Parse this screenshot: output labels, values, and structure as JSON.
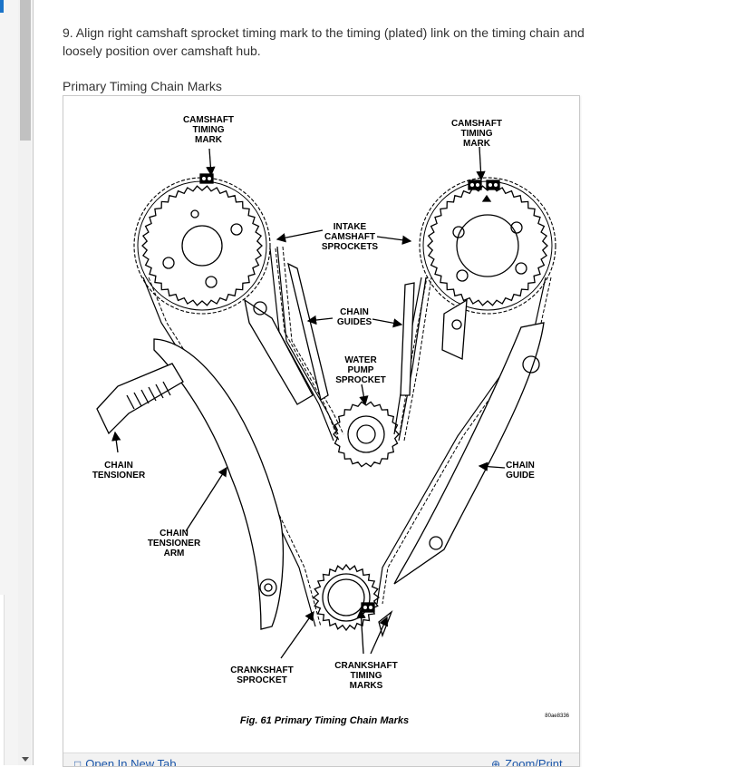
{
  "step": {
    "text": "9. Align right camshaft sprocket timing mark to the timing (plated) link on the timing chain and loosely position over camshaft hub."
  },
  "figure": {
    "title": "Primary Timing Chain Marks",
    "caption": "Fig. 61 Primary Timing Chain Marks",
    "code": "80ae8336",
    "labels": {
      "camshaft_timing_mark_left": [
        "CAMSHAFT",
        "TIMING",
        "MARK"
      ],
      "camshaft_timing_mark_right": [
        "CAMSHAFT",
        "TIMING",
        "MARK"
      ],
      "intake_camshaft_sprockets": [
        "INTAKE",
        "CAMSHAFT",
        "SPROCKETS"
      ],
      "chain_guides": [
        "CHAIN",
        "GUIDES"
      ],
      "water_pump_sprocket": [
        "WATER",
        "PUMP",
        "SPROCKET"
      ],
      "chain_tensioner": [
        "CHAIN",
        "TENSIONER"
      ],
      "chain_guide": [
        "CHAIN",
        "GUIDE"
      ],
      "chain_tensioner_arm": [
        "CHAIN",
        "TENSIONER",
        "ARM"
      ],
      "crankshaft_sprocket": [
        "CRANKSHAFT",
        "SPROCKET"
      ],
      "crankshaft_timing_marks": [
        "CRANKSHAFT",
        "TIMING",
        "MARKS"
      ]
    }
  },
  "footer": {
    "open_new_tab": "Open In New Tab",
    "zoom_print": "Zoom/Print"
  },
  "icons": {
    "open_new_tab": "external-window-icon",
    "zoom_print": "zoom-icon"
  }
}
